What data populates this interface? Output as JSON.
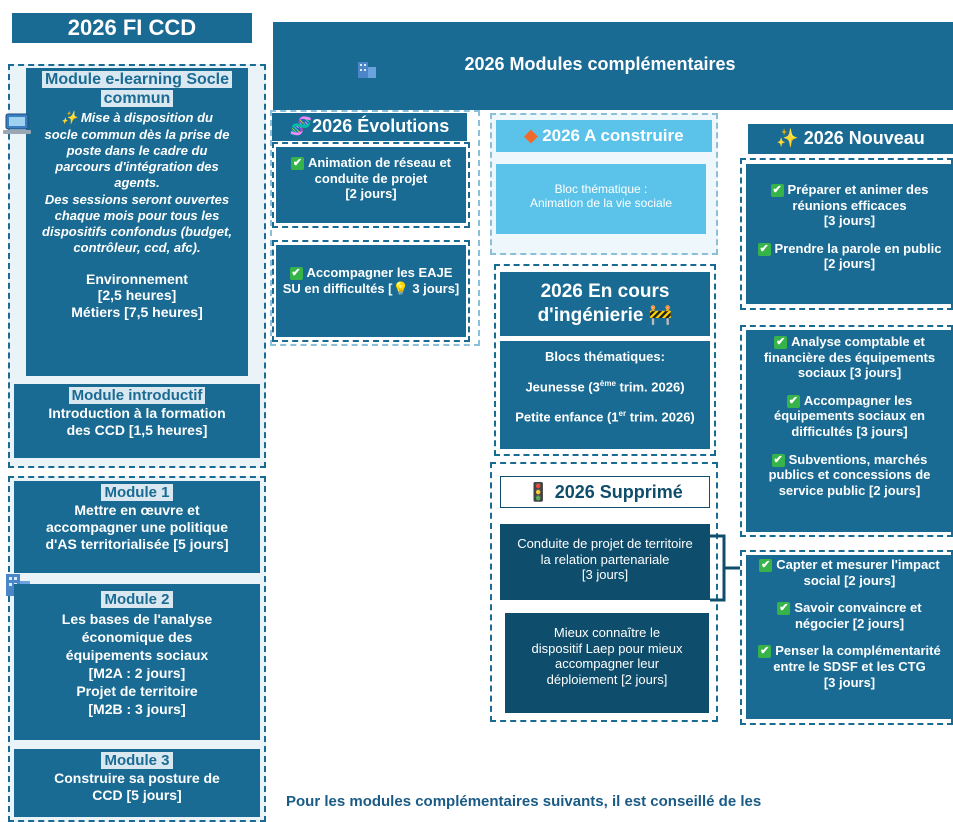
{
  "left": {
    "title": "2026 FI CCD",
    "elearning": {
      "heading_line1": "Module e-learning Socle",
      "heading_line2": "commun",
      "l1": "Mise à disposition du",
      "l2": "socle commun dès la prise de",
      "l3": "poste dans le cadre du",
      "l4": "parcours d'intégration des",
      "l5": "agents.",
      "l6": "Des sessions seront ouvertes",
      "l7": "chaque mois pour tous les",
      "l8": "dispositifs confondus (budget,",
      "l9": "contrôleur, ccd, afc).",
      "env1": "Environnement",
      "env2": "[2,5 heures]",
      "metiers": "Métiers [7,5 heures]"
    },
    "intro": {
      "heading": "Module introductif",
      "l1": "Introduction à la formation",
      "l2": "des CCD [1,5 heures]"
    },
    "m1": {
      "heading": "Module 1",
      "l1": "Mettre en œuvre et",
      "l2": "accompagner une politique",
      "l3": "d'AS territorialisée [5 jours]"
    },
    "m2": {
      "heading": "Module 2",
      "l1": "Les bases de l'analyse",
      "l2": "économique des",
      "l3": "équipements sociaux",
      "l4": "[M2A : 2 jours]",
      "l5": "Projet de territoire",
      "l6": "[M2B : 3 jours]"
    },
    "m3": {
      "heading": "Module 3",
      "l1": "Construire sa posture de",
      "l2": "CCD [5 jours]"
    }
  },
  "header": {
    "title": "2026 Modules complémentaires"
  },
  "evolutions": {
    "title": "2026 Évolutions",
    "i1_l1": "Animation de réseau et",
    "i1_l2": "conduite de projet",
    "i1_l3": "[2 jours]",
    "i2_l1": "Accompagner les EAJE",
    "i2_l2": "SU en difficultés [",
    "i2_l3": "3 jours]"
  },
  "a_construire": {
    "title": "2026 A construire",
    "l1": "Bloc thématique :",
    "l2": "Animation de la vie sociale"
  },
  "en_cours": {
    "title_l1": "2026 En cours",
    "title_l2": "d'ingénierie",
    "l1": "Blocs thématiques:",
    "l2a": "Jeunesse (3",
    "l2sup": "ème",
    "l2b": " trim. 2026)",
    "l3a": "Petite enfance (1",
    "l3sup": "er",
    "l3b": " trim. 2026)"
  },
  "supprime": {
    "title": "2026 Supprimé",
    "b1_l1": "Conduite de projet de territoire",
    "b1_l2": "la relation partenariale",
    "b1_l3": "[3 jours]",
    "b2_l1": "Mieux connaître le",
    "b2_l2": "dispositif Laep pour mieux",
    "b2_l3": "accompagner leur",
    "b2_l4": "déploiement [2 jours]"
  },
  "nouveau": {
    "title": "2026 Nouveau",
    "g1": {
      "a1": "Préparer et animer des",
      "a2": "réunions efficaces",
      "a3": "[3 jours]",
      "b1": "Prendre la parole en public",
      "b2": "[2 jours]"
    },
    "g2": {
      "a1": "Analyse comptable et",
      "a2": "financière des équipements",
      "a3": "sociaux [3 jours]",
      "b1": "Accompagner les",
      "b2": "équipements sociaux en",
      "b3": "difficultés [3 jours]",
      "c1": "Subventions, marchés",
      "c2": "publics et concessions de",
      "c3": "service public [2 jours]"
    },
    "g3": {
      "a1": "Capter et mesurer l'impact",
      "a2": "social  [2 jours]",
      "b1": "Savoir convaincre et",
      "b2": "négocier [2 jours]",
      "c1": "Penser la complémentarité",
      "c2": "entre le SDSF et les CTG",
      "c3": "[3 jours]"
    }
  },
  "footer": {
    "l1": "Pour les modules complémentaires suivants, il est conseillé de les"
  },
  "colors": {
    "primary": "#1a6b93",
    "dark": "#0f4d6c",
    "light": "#5bc3ea",
    "check": "#36b44a",
    "orange": "#ef6b2b"
  }
}
